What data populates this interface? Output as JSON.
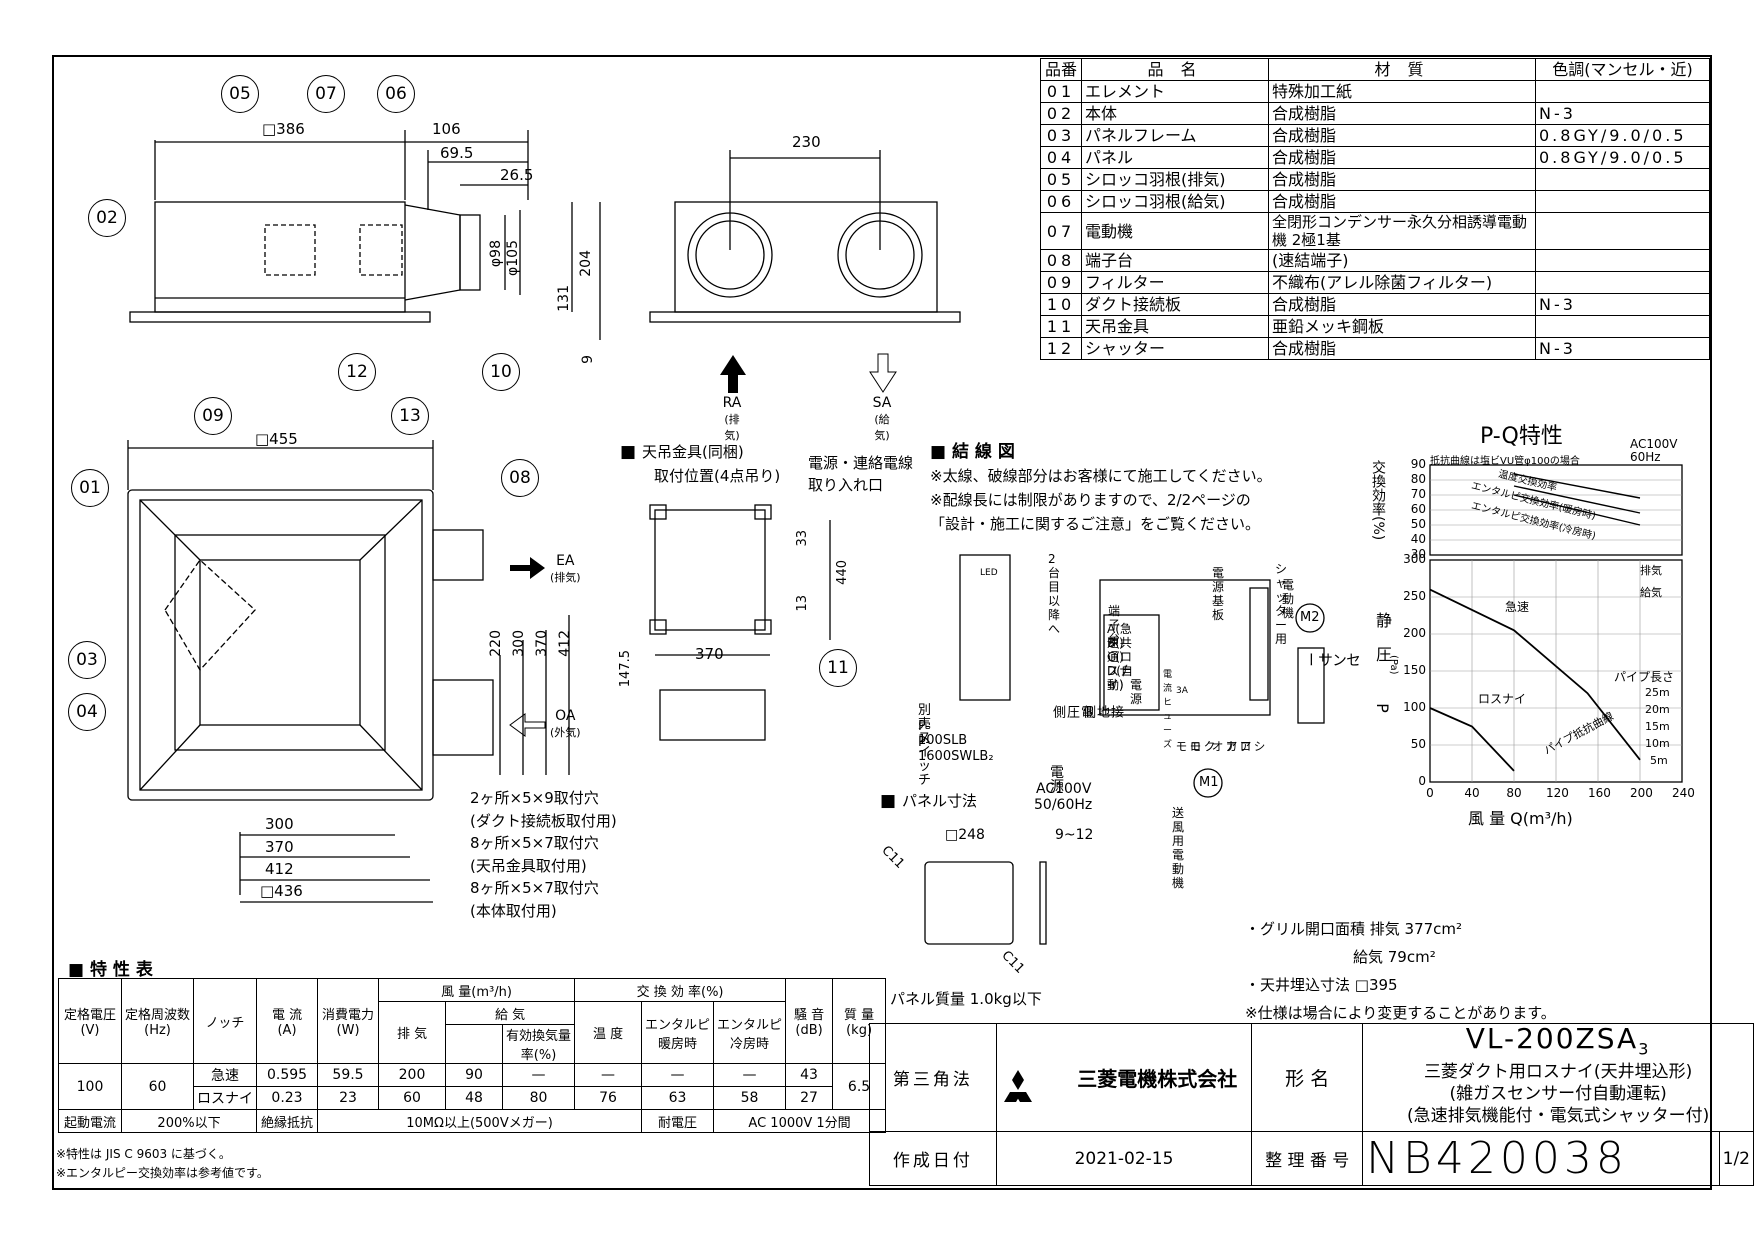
{
  "parts_table": {
    "headers": [
      "品番",
      "品 名",
      "材 質",
      "色調(マンセル・近)"
    ],
    "rows": [
      {
        "no": "01",
        "name": "エレメント",
        "material": "特殊加工紙",
        "color": ""
      },
      {
        "no": "02",
        "name": "本体",
        "material": "合成樹脂",
        "color": "N-3"
      },
      {
        "no": "03",
        "name": "パネルフレーム",
        "material": "合成樹脂",
        "color": "0.8GY/9.0/0.5"
      },
      {
        "no": "04",
        "name": "パネル",
        "material": "合成樹脂",
        "color": "0.8GY/9.0/0.5"
      },
      {
        "no": "05",
        "name": "シロッコ羽根(排気)",
        "material": "合成樹脂",
        "color": ""
      },
      {
        "no": "06",
        "name": "シロッコ羽根(給気)",
        "material": "合成樹脂",
        "color": ""
      },
      {
        "no": "07",
        "name": "電動機",
        "material": "全閉形コンデンサー永久分相誘導電動機 2極1基",
        "color": ""
      },
      {
        "no": "08",
        "name": "端子台",
        "material": "(速結端子)",
        "color": ""
      },
      {
        "no": "09",
        "name": "フィルター",
        "material": "不織布(アレル除菌フィルター)",
        "color": ""
      },
      {
        "no": "10",
        "name": "ダクト接続板",
        "material": "合成樹脂",
        "color": "N-3"
      },
      {
        "no": "11",
        "name": "天吊金具",
        "material": "亜鉛メッキ鋼板",
        "color": ""
      },
      {
        "no": "12",
        "name": "シャッター",
        "material": "合成樹脂",
        "color": "N-3"
      }
    ]
  },
  "drawing": {
    "callouts": [
      "05",
      "07",
      "06",
      "02",
      "12",
      "10",
      "09",
      "13",
      "01",
      "08",
      "03",
      "04",
      "11"
    ],
    "dims_top": {
      "d386": "□386",
      "d106": "106",
      "d69": "69.5",
      "d26": "26.5",
      "d98": "φ98",
      "d105": "φ105",
      "d204": "204",
      "d131": "131",
      "d9": "9",
      "d230": "230"
    },
    "airflow": {
      "ra": "RA",
      "ra_sub": "(排気)",
      "sa": "SA",
      "sa_sub": "(給気)",
      "ea": "EA",
      "ea_sub": "(排気)",
      "oa": "OA",
      "oa_sub": "(外気)"
    },
    "dims_plan": {
      "d455": "□455",
      "d220": "220",
      "d300": "300",
      "d370": "370",
      "d412": "412",
      "b300": "300",
      "b370": "370",
      "b412": "412",
      "b436": "□436"
    },
    "holes": [
      "2ヶ所×5×9取付穴",
      "(ダクト接続板取付用)",
      "8ヶ所×5×7取付穴",
      "(天吊金具取付用)",
      "8ヶ所×5×7取付穴",
      "(本体取付用)"
    ],
    "hanger": {
      "title": "天吊金具(同梱)",
      "title2": "取付位置(4点吊り)",
      "cable": "電源・連絡電線",
      "cable2": "取り入れ口",
      "d33": "33",
      "d440": "440",
      "d13": "13",
      "d370": "370",
      "d147": "147.5"
    },
    "panel": {
      "title": "パネル寸法",
      "d248": "□248",
      "d912": "9~12",
      "c11a": "C11",
      "c11b": "C11",
      "mass": "パネル質量 1.0kg以下"
    }
  },
  "wiring": {
    "title": "結 線 図",
    "notes": [
      "※太線、破線部分はお客様にて施工してください。",
      "※配線長には制限がありますので、2/2ページの",
      "「設計・施工に関するご注意」をご覧ください。"
    ],
    "labels": {
      "second": "2台目以降へ",
      "board": "電源基板",
      "shutter": "シャッター用",
      "shutter2": "電動機",
      "m2": "M2",
      "m1": "M1",
      "terminal": "端子台",
      "ta": "A(急速)",
      "tb": "B(共通)",
      "tc": "C(ロスナイ)",
      "td": "D(自動)",
      "elec": "電",
      "src": "源",
      "fuse": "電流ヒューズ",
      "fuse_a": "3A",
      "sensor": "センサー",
      "led": "LED",
      "switch": "別売スイッチ",
      "sw1": "P-100SLB",
      "sw2": "P-1600SWLB₂",
      "voltage_side": "電圧側",
      "earth_side": "接地側",
      "power": "電源",
      "ac": "AC100V",
      "hz": "50/60Hz",
      "motor_label": "送風用電動機",
      "mo": "モモ",
      "ki": "クロ",
      "ao": "アオ",
      "ak": "アカ",
      "sh": "シロ"
    }
  },
  "pq_chart": {
    "title": "P-Q特性",
    "supply": "AC100V",
    "supply_hz": "60Hz",
    "note": "抵抗曲線は塩ビVU管φ100の場合",
    "eff_ylabel": "交換効率(%)",
    "p_ylabel": "静圧 P",
    "p_unit": "(Pa)",
    "xlabel": "風 量 Q(m³/h)",
    "legend_ex": "排気",
    "legend_sup": "給気",
    "curve_labels": [
      "温度交換効率",
      "エンタルピ交換効率(暖房時)",
      "エンタルピ交換効率(冷房時)",
      "急速",
      "ロスナイ",
      "パイプ長さ",
      "25m",
      "20m",
      "15m",
      "10m",
      "5m",
      "パイプ抵抗曲線"
    ]
  },
  "chart_data": [
    {
      "type": "line",
      "title": "P-Q特性",
      "xlabel": "風 量 Q(m³/h)",
      "ylabel": "静圧 P (Pa)",
      "xlim": [
        0,
        240
      ],
      "ylim": [
        0,
        300
      ],
      "x_ticks": [
        0,
        40,
        80,
        120,
        160,
        200,
        240
      ],
      "y_ticks": [
        0,
        50,
        100,
        150,
        200,
        250,
        300
      ],
      "series": [
        {
          "name": "急速",
          "values": [
            [
              0,
              260
            ],
            [
              80,
              205
            ],
            [
              150,
              120
            ],
            [
              200,
              30
            ]
          ]
        },
        {
          "name": "ロスナイ",
          "values": [
            [
              0,
              100
            ],
            [
              40,
              75
            ],
            [
              70,
              30
            ],
            [
              80,
              15
            ]
          ]
        }
      ]
    },
    {
      "type": "line",
      "title": "",
      "ylabel": "交換効率(%)",
      "xlim": [
        0,
        240
      ],
      "ylim": [
        30,
        90
      ],
      "y_ticks": [
        30,
        40,
        50,
        60,
        70,
        80,
        90
      ],
      "series": [
        {
          "name": "温度交換効率",
          "values": [
            [
              80,
              84
            ],
            [
              200,
              68
            ]
          ]
        },
        {
          "name": "エンタルピ交換効率(暖房時)",
          "values": [
            [
              80,
              76
            ],
            [
              200,
              58
            ]
          ]
        },
        {
          "name": "エンタルピ交換効率(冷房時)",
          "values": [
            [
              80,
              70
            ],
            [
              200,
              50
            ]
          ]
        }
      ]
    }
  ],
  "grille": {
    "l1": "・グリル開口面積 排気 377cm²",
    "l2": "給気 79cm²",
    "l3": "・天井埋込寸法 □395",
    "l4": "※仕様は場合により変更することがあります。"
  },
  "spec_table": {
    "title": "■ 特 性 表",
    "h": {
      "v": "定格電圧",
      "v_u": "(V)",
      "hz": "定格周波数",
      "hz_u": "(Hz)",
      "notch": "ノッチ",
      "cur": "電 流",
      "cur_u": "(A)",
      "pw": "消費電力",
      "pw_u": "(W)",
      "air": "風 量(m³/h)",
      "ex": "排 気",
      "sup": "給 気",
      "eff_sup": "有効換気量",
      "eff_sup2": "率(%)",
      "xeff": "交 換 効 率(%)",
      "temp": "温 度",
      "ent_h": "エンタルピ",
      "ent_h2": "暖房時",
      "ent_c": "エンタルピ",
      "ent_c2": "冷房時",
      "noise": "騒 音",
      "noise_u": "(dB)",
      "mass": "質 量",
      "mass_u": "(kg)"
    },
    "rows": [
      {
        "v": "100",
        "hz": "60",
        "notch": "急速",
        "cur": "0.595",
        "pw": "59.5",
        "ex": "200",
        "sup": "90",
        "eff": "—",
        "temp": "—",
        "eh": "—",
        "ec": "—",
        "noise": "43",
        "mass": "6.5"
      },
      {
        "v": "",
        "hz": "",
        "notch": "ロスナイ",
        "cur": "0.23",
        "pw": "23",
        "ex": "60",
        "sup": "48",
        "eff": "80",
        "temp": "76",
        "eh": "63",
        "ec": "58",
        "noise": "27",
        "mass": ""
      }
    ],
    "footer": {
      "start": "起動電流",
      "start_v": "200%以下",
      "ins": "絶縁抵抗",
      "ins_v": "10MΩ以上(500Vメガー)",
      "wv": "耐電圧",
      "wv_v": "AC 1000V 1分間"
    },
    "notes": [
      "※特性は JIS C 9603 に基づく。",
      "※エンタルピー交換効率は参考値です。"
    ]
  },
  "title_block": {
    "projection": "第三角法",
    "company": "三菱電機株式会社",
    "model_label": "形 名",
    "model": "VL-200ZSA",
    "model_sub": "3",
    "desc1": "三菱ダクト用ロスナイ(天井埋込形)",
    "desc2": "(雑ガスセンサー付自動運転)",
    "desc3": "(急速排気機能付・電気式シャッター付)",
    "date_label": "作成日付",
    "date": "2021-02-15",
    "ref_label": "整 理 番 号",
    "ref": "NB420038",
    "page": "1/2"
  }
}
